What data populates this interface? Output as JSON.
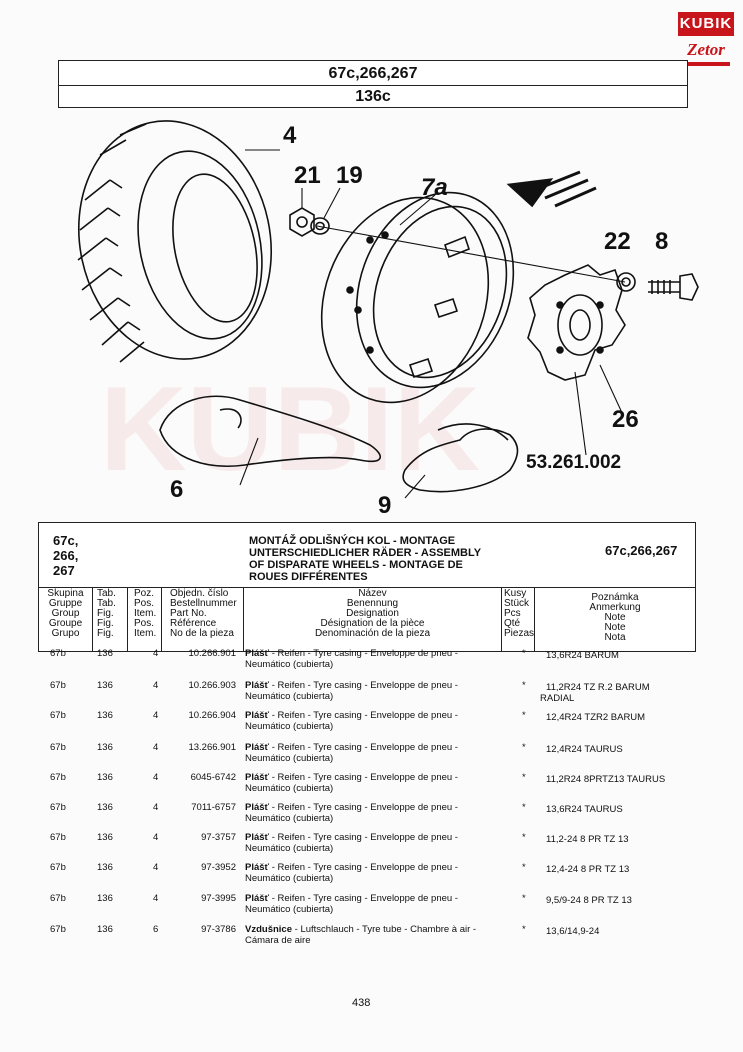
{
  "logo": {
    "brand": "KUBIK",
    "sub": "Zetor"
  },
  "header": {
    "models": "67c,266,267",
    "sub_model": "136c"
  },
  "callouts": [
    "4",
    "21",
    "19",
    "7a",
    "22",
    "8",
    "26",
    "53.261.002",
    "6",
    "9"
  ],
  "table": {
    "group_title": [
      "67c,",
      "266,",
      "267"
    ],
    "assembly_title": [
      "MONTÁŽ ODLIŠNÝCH KOL - MONTAGE",
      "UNTERSCHIEDLICHER RÄDER - ASSEMBLY",
      "OF DISPARATE WHEELS - MONTAGE DE",
      "ROUES DIFFÉRENTES"
    ],
    "model_ref": "67c,266,267",
    "col_group": [
      "Skupina",
      "Gruppe",
      "Group",
      "Groupe",
      "Grupo"
    ],
    "col_tab": [
      "Tab.",
      "Tab.",
      "Fig.",
      "Fig.",
      "Fig."
    ],
    "col_pos": [
      "Poz.",
      "Pos.",
      "Item.",
      "Pos.",
      "Item."
    ],
    "col_part": [
      "Objedn. číslo",
      "Bestellnummer",
      "Part No.",
      "Référence",
      "No de la pieza"
    ],
    "col_name": [
      "Název",
      "Benennung",
      "Designation",
      "Désignation de la pièce",
      "Denominación de la pieza"
    ],
    "col_qty": [
      "Kusy",
      "Stück",
      "Pcs",
      "Qté",
      "Piezas"
    ],
    "col_note": [
      "Poznámka",
      "Anmerkung",
      "Note",
      "Note",
      "Nota"
    ]
  },
  "rows": [
    {
      "group": "67b",
      "tab": "136",
      "pos": "4",
      "part": "10.266.901",
      "name_bold": "Plášť",
      "name": " - Reifen - Tyre casing - Enveloppe de pneu -",
      "name2": "Neumático (cubierta)",
      "qty": "*",
      "note": "13,6R24 BARUM",
      "note2": ""
    },
    {
      "group": "67b",
      "tab": "136",
      "pos": "4",
      "part": "10.266.903",
      "name_bold": "Plášť",
      "name": " - Reifen - Tyre casing - Enveloppe de pneu -",
      "name2": "Neumático (cubierta)",
      "qty": "*",
      "note": "11,2R24 TZ R.2 BARUM",
      "note2": "RADIAL"
    },
    {
      "group": "67b",
      "tab": "136",
      "pos": "4",
      "part": "10.266.904",
      "name_bold": "Plášť",
      "name": " - Reifen - Tyre casing - Enveloppe de pneu -",
      "name2": "Neumático (cubierta)",
      "qty": "*",
      "note": "12,4R24 TZR2 BARUM",
      "note2": ""
    },
    {
      "group": "67b",
      "tab": "136",
      "pos": "4",
      "part": "13.266.901",
      "name_bold": "Plášť",
      "name": " - Reifen - Tyre casing - Enveloppe de pneu -",
      "name2": "Neumático (cubierta)",
      "qty": "*",
      "note": "12,4R24 TAURUS",
      "note2": ""
    },
    {
      "group": "67b",
      "tab": "136",
      "pos": "4",
      "part": "6045-6742",
      "name_bold": "Plášť",
      "name": " - Reifen - Tyre casing - Enveloppe de pneu -",
      "name2": "Neumático (cubierta)",
      "qty": "*",
      "note": "11,2R24 8PRTZ13 TAURUS",
      "note2": ""
    },
    {
      "group": "67b",
      "tab": "136",
      "pos": "4",
      "part": "7011-6757",
      "name_bold": "Plášť",
      "name": " - Reifen - Tyre casing - Enveloppe de pneu -",
      "name2": "Neumático (cubierta)",
      "qty": "*",
      "note": "13,6R24 TAURUS",
      "note2": ""
    },
    {
      "group": "67b",
      "tab": "136",
      "pos": "4",
      "part": "97-3757",
      "name_bold": "Plášť",
      "name": " - Reifen - Tyre casing - Enveloppe de pneu -",
      "name2": "Neumático (cubierta)",
      "qty": "*",
      "note": "11,2-24 8 PR TZ 13",
      "note2": ""
    },
    {
      "group": "67b",
      "tab": "136",
      "pos": "4",
      "part": "97-3952",
      "name_bold": "Plášť",
      "name": " - Reifen - Tyre casing - Enveloppe de pneu -",
      "name2": "Neumático (cubierta)",
      "qty": "*",
      "note": "12,4-24 8 PR TZ 13",
      "note2": ""
    },
    {
      "group": "67b",
      "tab": "136",
      "pos": "4",
      "part": "97-3995",
      "name_bold": "Plášť",
      "name": " - Reifen - Tyre casing - Enveloppe de pneu -",
      "name2": "Neumático (cubierta)",
      "qty": "*",
      "note": "9,5/9-24 8 PR TZ 13",
      "note2": ""
    },
    {
      "group": "67b",
      "tab": "136",
      "pos": "6",
      "part": "97-3786",
      "name_bold": "Vzdušnice",
      "name": " - Luftschlauch - Tyre tube - Chambre à air -",
      "name2": "Cámara de aire",
      "qty": "*",
      "note": "13,6/14,9-24",
      "note2": ""
    }
  ],
  "page_number": "438"
}
